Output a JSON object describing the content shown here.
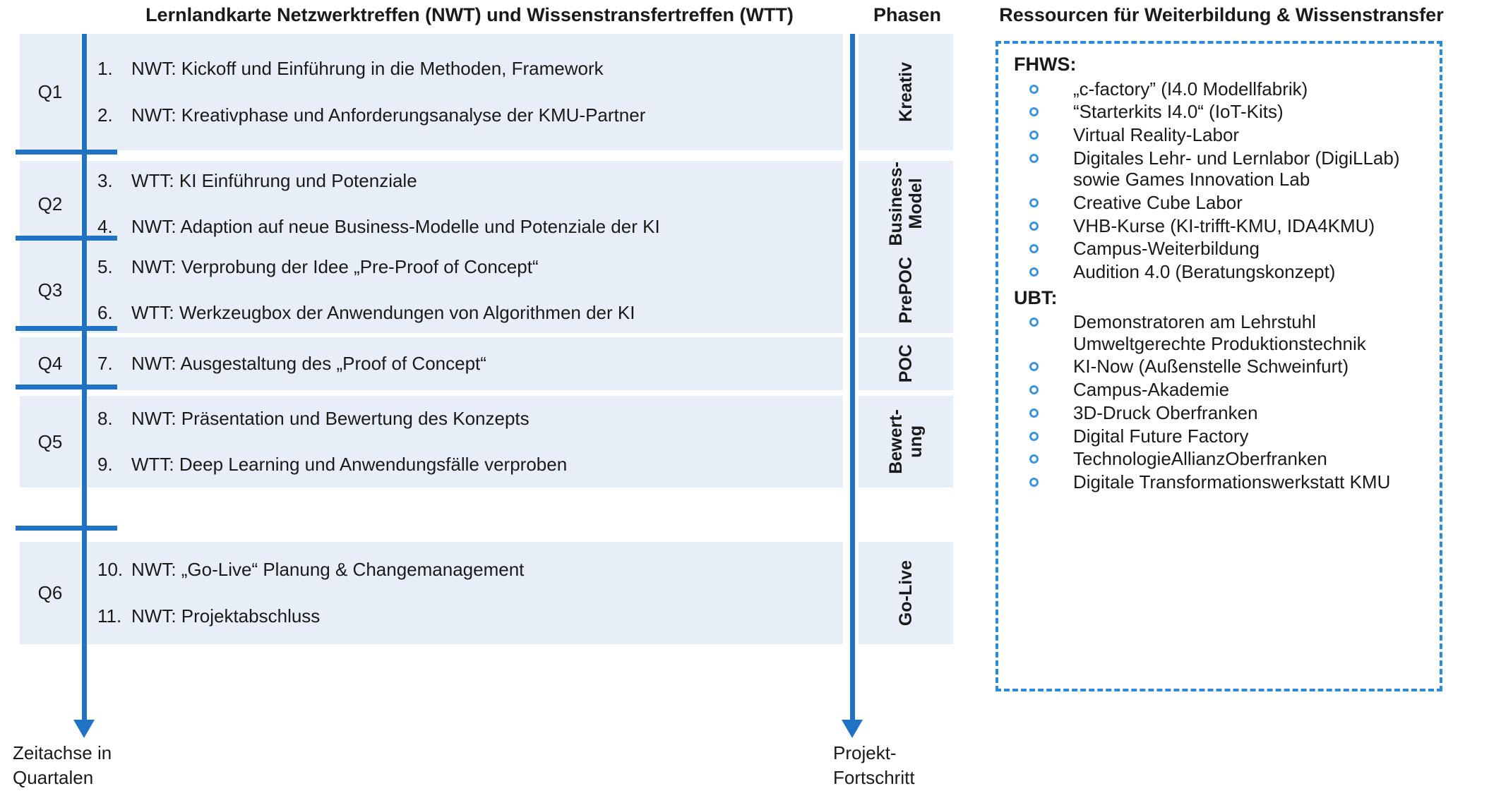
{
  "headers": {
    "main": "Lernlandkarte Netzwerktreffen (NWT) und Wissenstransfertreffen (WTT)",
    "phasen": "Phasen",
    "resources": "Ressourcen für Weiterbildung & Wissenstransfer"
  },
  "axis": {
    "time_label": "Zeitachse in\nQuartalen",
    "progress_label": "Projekt-\nFortschritt"
  },
  "colors": {
    "accent_blue": "#1f72c4",
    "cell_fill": "#e8eef7",
    "dashed_border": "#2b8ad9",
    "bullet": "#3d95dd",
    "text": "#1a1a1a"
  },
  "quarters": [
    {
      "label": "Q1",
      "phase": "Kreativ",
      "items": [
        {
          "num": "1.",
          "text": "NWT: Kickoff und Einführung in die Methoden, Framework"
        },
        {
          "num": "2.",
          "text": "NWT: Kreativphase und Anforderungsanalyse der KMU-Partner"
        }
      ]
    },
    {
      "label": "Q2",
      "phase": "Business-\nModel",
      "items": [
        {
          "num": "3.",
          "text": "WTT: KI Einführung und Potenziale"
        },
        {
          "num": "4.",
          "text": "NWT: Adaption auf neue Business-Modelle und Potenziale der KI"
        }
      ]
    },
    {
      "label": "Q3",
      "phase": "PrePOC",
      "items": [
        {
          "num": "5.",
          "text": "NWT: Verprobung der Idee „Pre-Proof of Concept“"
        },
        {
          "num": "6.",
          "text": "WTT: Werkzeugbox der Anwendungen von Algorithmen der KI"
        }
      ]
    },
    {
      "label": "Q4",
      "phase": "POC",
      "items": [
        {
          "num": "7.",
          "text": "NWT: Ausgestaltung des „Proof of Concept“"
        }
      ]
    },
    {
      "label": "Q5",
      "phase": "Bewert-\nung",
      "items": [
        {
          "num": "8.",
          "text": "NWT: Präsentation und Bewertung des Konzepts"
        },
        {
          "num": "9.",
          "text": "WTT: Deep Learning und Anwendungsfälle verproben"
        }
      ]
    },
    {
      "label": "Q6",
      "phase": "Go-Live",
      "items": [
        {
          "num": "10.",
          "text": "NWT: „Go-Live“ Planung & Changemanagement"
        },
        {
          "num": "11.",
          "text": "NWT: Projektabschluss"
        }
      ]
    }
  ],
  "resources": {
    "groups": [
      {
        "heading": "FHWS:",
        "items": [
          "„c-factory” (I4.0 Modellfabrik)",
          "“Starterkits I4.0“ (IoT-Kits)",
          "Virtual Reality-Labor",
          "Digitales Lehr- und Lernlabor (DigiLLab) sowie Games Innovation Lab",
          "Creative Cube Labor",
          "VHB-Kurse (KI-trifft-KMU, IDA4KMU)",
          "Campus-Weiterbildung",
          "Audition 4.0 (Beratungskonzept)"
        ]
      },
      {
        "heading": "UBT:",
        "items": [
          "Demonstratoren am Lehrstuhl Umweltgerechte Produktionstechnik",
          "KI-Now (Außenstelle Schweinfurt)",
          "Campus-Akademie",
          "3D-Druck Oberfranken",
          "Digital Future Factory",
          "TechnologieAllianzOberfranken",
          "Digitale Transformationswerkstatt KMU"
        ]
      }
    ]
  }
}
